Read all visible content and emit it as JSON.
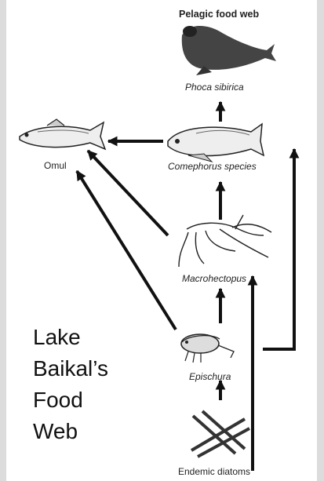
{
  "diagram": {
    "title": "Pelagic food web",
    "nodes": {
      "phoca": "Phoca sibirica",
      "comephorus": "Comephorus species",
      "omul": "Omul",
      "macrohectopus": "Macrohectopus",
      "epischura": "Epischura",
      "diatoms": "Endemic diatoms"
    }
  },
  "caption_lines": [
    "Lake",
    "Baikal’s",
    "Food",
    "Web"
  ],
  "colors": {
    "ink": "#111111",
    "background": "#dcdcdc",
    "panel": "#ffffff"
  }
}
